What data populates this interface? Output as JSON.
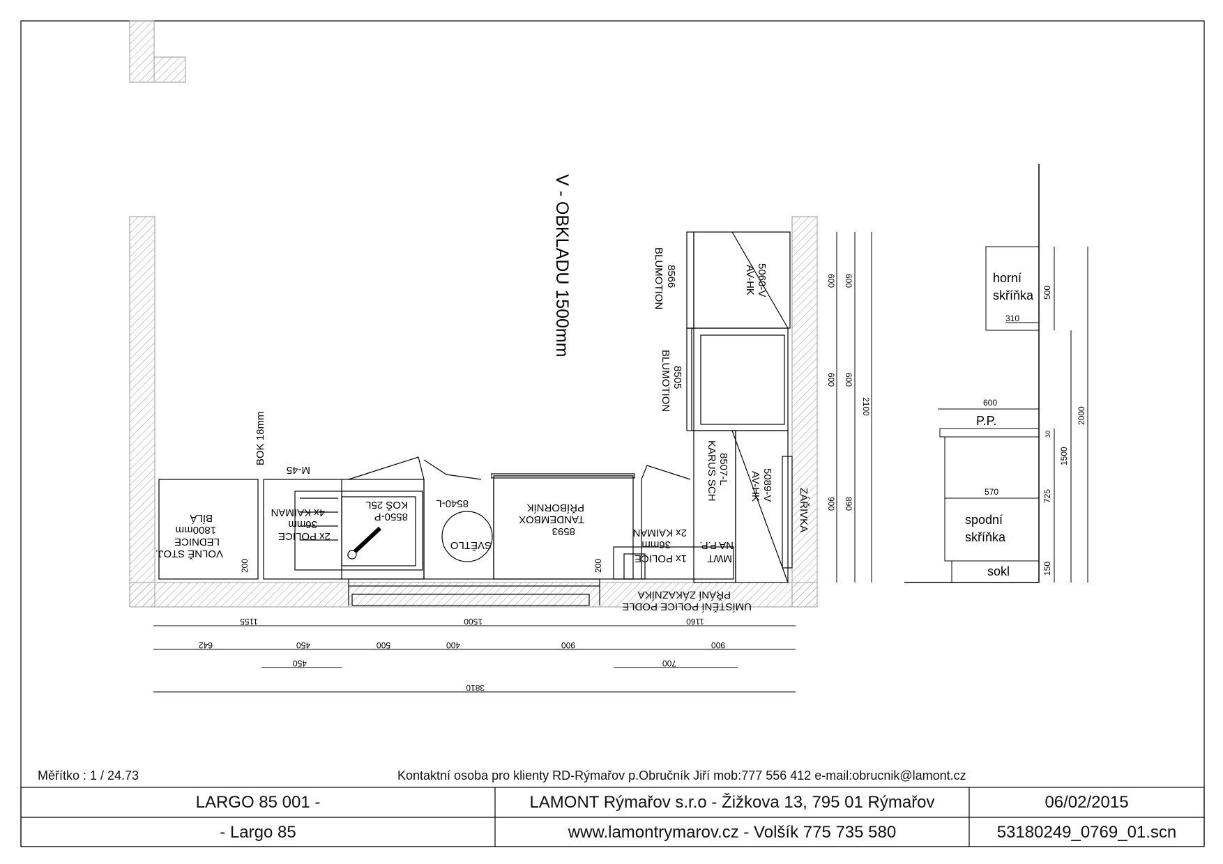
{
  "drawing": {
    "wall_note": "V - OBKLADU 1500mm",
    "plan_labels": {
      "fridge_1": "VOLNĚ STOJ.",
      "fridge_2": "LEDNICE",
      "fridge_3": "1800mm",
      "fridge_4": "BÍLÁ",
      "bok": "BOK 18mm",
      "m45": "M-45",
      "police_2x": "2x POLICE",
      "mm36_a": "36mm",
      "kaiman_4x": "4x KAIMAN",
      "kos": "8550-P",
      "kos_2": "KOŠ 25L",
      "u8540": "8540-L",
      "svetlo": "SVĚTLO",
      "tandembox": "8593",
      "tandembox_2": "TANDEMBOX",
      "tandembox_3": "PŘÍBORNÍK",
      "kaiman_2x": "2x KAIMAN",
      "mm36_b": "36mm",
      "na_pp": "NA P.P.",
      "police_1x": "1x POLICE",
      "mwt": "MWT",
      "umisteni_1": "UMÍSTĚNÍ POLICE PODLE",
      "umisteni_2": "PŘÁNÍ ZÁKAZNÍKA",
      "c8566_a": "8566",
      "c8566_b": "BLUMOTION",
      "c5060_a": "5060-V",
      "c5060_b": "AV-HK",
      "c8505_a": "8505",
      "c8505_b": "BLUMOTION",
      "c8507_a": "8507-L",
      "c8507_b": "KARUS SCH",
      "c5089_a": "5089-V",
      "c5089_b": "AV-HK",
      "zarivka": "ZÁŘIVKA",
      "d200_a": "200",
      "d200_b": "200"
    },
    "plan_dims": {
      "row1": [
        "1155",
        "1500",
        "1160"
      ],
      "row2": [
        "642",
        "450",
        "500",
        "400",
        "900",
        "900"
      ],
      "row3a": "450",
      "row3b": "700",
      "total": "3810",
      "side_a": [
        "600",
        "600",
        "900"
      ],
      "side_b": [
        "600",
        "600",
        "890"
      ],
      "side_c": "2100"
    },
    "section": {
      "horni": "horní",
      "skrinka_top": "skříňka",
      "d310": "310",
      "d500": "500",
      "d600": "600",
      "pp": "P.P.",
      "d30": "30",
      "d2000": "2000",
      "d1500": "1500",
      "d570": "570",
      "d725": "725",
      "spodni": "spodní",
      "skrinka_bottom": "skříňka",
      "sokl": "sokl",
      "d150": "150"
    }
  },
  "footer": {
    "scale": "Měřítko : 1 / 24.73",
    "contact": "Kontaktní osoba pro klienty RD-Rýmařov p.Obručník Jiří mob:777 556 412 e-mail:obrucnik@lamont.cz"
  },
  "title_block": {
    "r1c1": "LARGO 85 001 -",
    "r1c2": "LAMONT Rýmařov s.r.o - Žižkova 13, 795 01 Rýmařov",
    "r1c3": "06/02/2015",
    "r2c1": "-  Largo 85",
    "r2c2": "www.lamontrymarov.cz - Volšík 775 735 580",
    "r2c3": "53180249_0769_01.scn"
  }
}
